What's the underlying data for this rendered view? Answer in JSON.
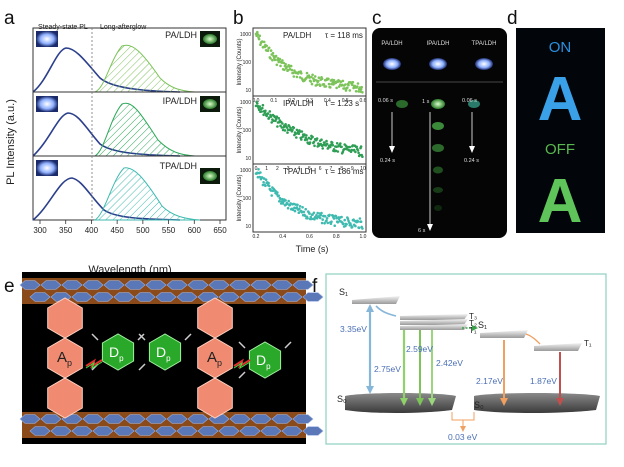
{
  "panels": {
    "a": {
      "letter": "a",
      "ylabel": "PL Intensity (a.u.)",
      "xlabel": "Wavelength (nm)",
      "region_steady": "Steady-state PL",
      "region_long": "Long-afterglow",
      "xticks": [
        "300",
        "350",
        "400",
        "450",
        "500",
        "550",
        "600",
        "650"
      ],
      "samples": [
        "PA/LDH",
        "IPA/LDH",
        "TPA/LDH"
      ]
    },
    "b": {
      "letter": "b",
      "ylabel": "Intensity (Counts)",
      "xlabel": "Time (s)",
      "series": [
        {
          "name": "PA/LDH",
          "tau": "τ = 118 ms",
          "yticks": [
            "1000",
            "100",
            "10"
          ],
          "xticks": [
            "0.0",
            "0.1",
            "0.2",
            "0.3",
            "0.4",
            "0.5",
            "0.6"
          ],
          "color": "#7cc35a"
        },
        {
          "name": "IPA/LDH",
          "tau": "τ = 1.23 s",
          "yticks": [
            "1000",
            "100",
            "10"
          ],
          "xticks": [
            "0",
            "1",
            "2",
            "3",
            "4",
            "5",
            "6",
            "7",
            "8",
            "9",
            "10"
          ],
          "color": "#2e9e55"
        },
        {
          "name": "TPA/LDH",
          "tau": "τ = 186 ms",
          "yticks": [
            "1000",
            "100",
            "10"
          ],
          "xticks": [
            "0.2",
            "0.4",
            "0.6",
            "0.8",
            "1.0"
          ],
          "color": "#3fbab0"
        }
      ]
    },
    "c": {
      "letter": "c",
      "labels": [
        "PA/LDH",
        "IPA/LDH",
        "TPA/LDH"
      ],
      "times": [
        "0.06 s",
        "0.24 s",
        "1 s",
        "6 s",
        "0.06 s",
        "0.24 s"
      ]
    },
    "d": {
      "letter": "d",
      "on": "ON",
      "off": "OFF",
      "glyph": "A"
    },
    "e": {
      "letter": "e",
      "acceptor": "A",
      "acceptor_sub": "p",
      "donor": "D",
      "donor_sub": "p"
    },
    "f": {
      "letter": "f",
      "levels": {
        "S1a": "S₁",
        "S0a": "S₀",
        "T3": "T₃",
        "T2": "T₂",
        "T1": "T₁",
        "S1b": "S₁",
        "T1b": "T₁",
        "S0b": "S₀"
      },
      "energies": [
        "3.35eV",
        "2.75eV",
        "2.59eV",
        "2.42eV",
        "2.17eV",
        "1.87eV",
        "0.03 eV"
      ],
      "colors": {
        "blue": "#86b6d8",
        "green": "#8fd16a",
        "orange": "#f0a060",
        "red": "#c0504d",
        "text": "#4a6fb5"
      }
    }
  }
}
